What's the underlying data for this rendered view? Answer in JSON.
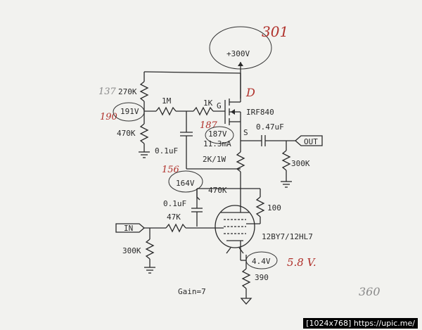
{
  "circuit": {
    "supply": "+300V",
    "r_top": "270K",
    "r_bottom": "470K",
    "divider_voltage": "191V",
    "r_gate_stop": "1M",
    "r_gate": "1K",
    "c_filter": "0.1uF",
    "mosfet": "IRF840",
    "mosfet_d": "D",
    "mosfet_g": "G",
    "mosfet_s": "S",
    "source_voltage": "187V",
    "current": "11.3mA",
    "r_load": "2K/1W",
    "c_out": "0.47uF",
    "out_label": "OUT",
    "r_out": "300K",
    "plate_voltage": "164V",
    "r_feedback": "470K",
    "c_feedback": "0.1uF",
    "r_plate2": "100",
    "r_grid": "47K",
    "in_label": "IN",
    "r_in": "300K",
    "tube": "12BY7/12HL7",
    "cathode_voltage": "4.4V",
    "r_cathode": "390",
    "gain": "Gain=7"
  },
  "handwritten": {
    "supply_note": "301",
    "top_note": "137",
    "divider_note": "190",
    "gate_note": "187",
    "plate_note": "156",
    "cathode_note": "5.8 V.",
    "corner_note": "360"
  },
  "watermark": "[1024x768] https://upic.me/"
}
